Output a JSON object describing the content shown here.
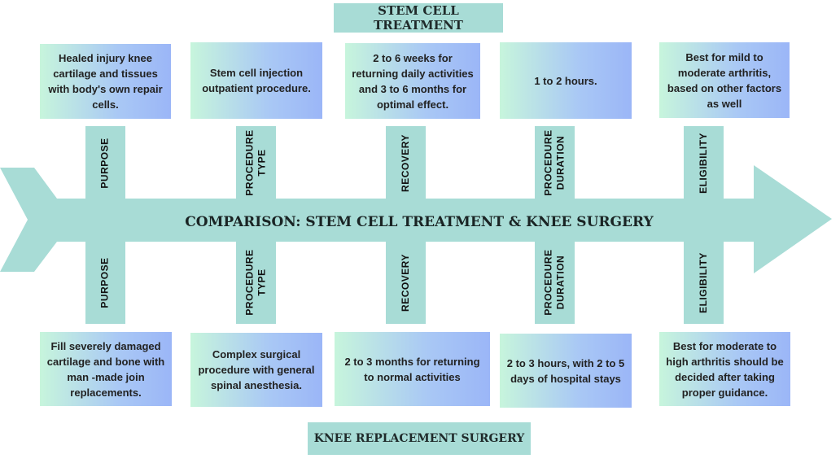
{
  "titles": {
    "top": "STEM CELL TREATMENT",
    "center": "COMPARISON: STEM CELL TREATMENT & KNEE SURGERY",
    "bottom": "KNEE REPLACEMENT SURGERY"
  },
  "labels": {
    "purpose": "PURPOSE",
    "procedure_type_line1": "PROCEDURE",
    "procedure_type_line2": "TYPE",
    "recovery": "RECOVERY",
    "procedure_duration_line1": "PROCEDURE",
    "procedure_duration_line2": "DURATION",
    "eligibility": "ELIGIBILITY"
  },
  "stem_cell": {
    "purpose": "Healed injury knee cartilage and tissues with body's own repair cells.",
    "procedure_type": "Stem cell injection outpatient procedure.",
    "recovery": "2 to 6 weeks for returning daily activities and 3 to 6 months for optimal effect.",
    "procedure_duration": "1 to 2 hours.",
    "eligibility": "Best for mild to moderate arthritis, based on other factors as well"
  },
  "knee_surgery": {
    "purpose": "Fill severely damaged cartilage and bone with man -made join replacements.",
    "procedure_type": "Complex surgical procedure with general spinal anesthesia.",
    "recovery": "2 to 3 months for returning to normal activities",
    "procedure_duration": "2 to 3 hours, with 2 to 5 days of hospital stays",
    "eligibility": "Best for moderate to high arthritis should be decided after taking proper guidance."
  },
  "colors": {
    "teal": "#a8dcd6",
    "gradient_start": "#c7f5dc",
    "gradient_end": "#9bb6f7"
  }
}
